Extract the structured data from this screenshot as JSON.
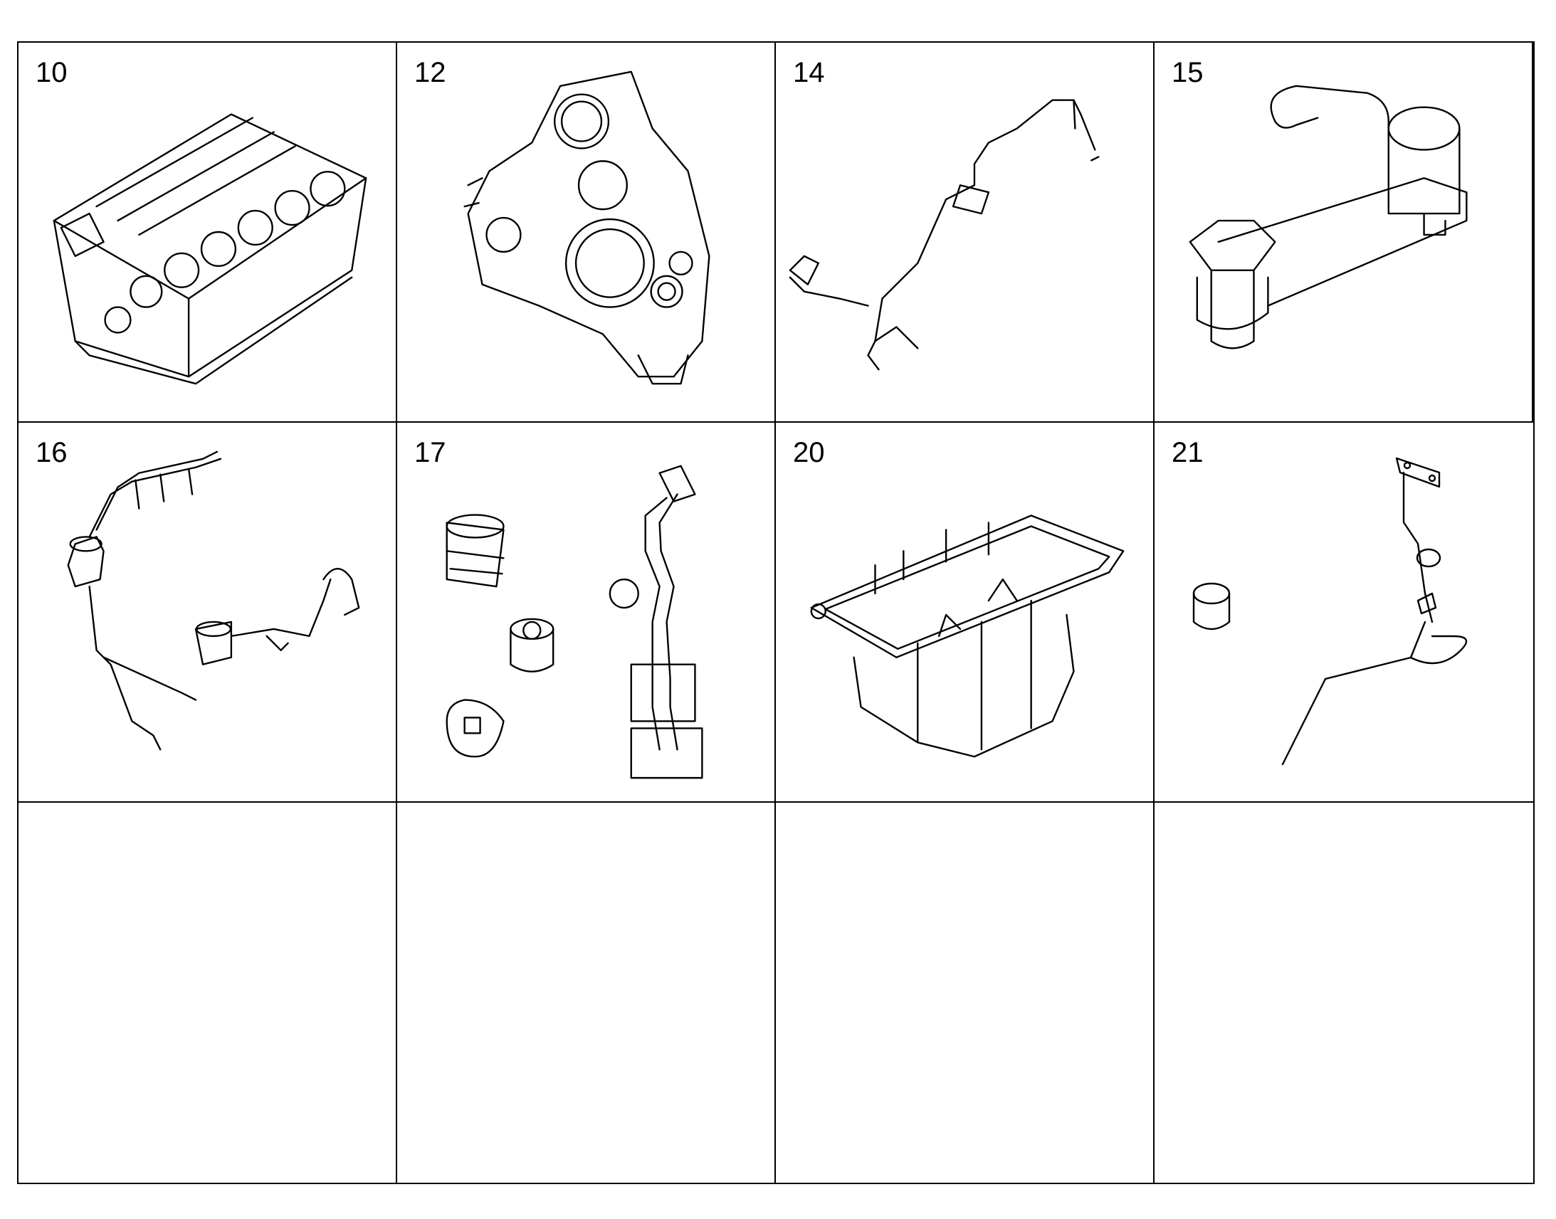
{
  "parts": [
    {
      "number": "10",
      "icon": "engine-block-icon"
    },
    {
      "number": "12",
      "icon": "timing-cover-icon"
    },
    {
      "number": "14",
      "icon": "oil-line-harness-icon"
    },
    {
      "number": "15",
      "icon": "oil-filter-housing-icon"
    },
    {
      "number": "16",
      "icon": "fuel-filter-lines-icon"
    },
    {
      "number": "17",
      "icon": "plugs-and-oil-pipe-icon"
    },
    {
      "number": "20",
      "icon": "oil-pan-icon"
    },
    {
      "number": "21",
      "icon": "dipstick-tube-icon"
    }
  ]
}
